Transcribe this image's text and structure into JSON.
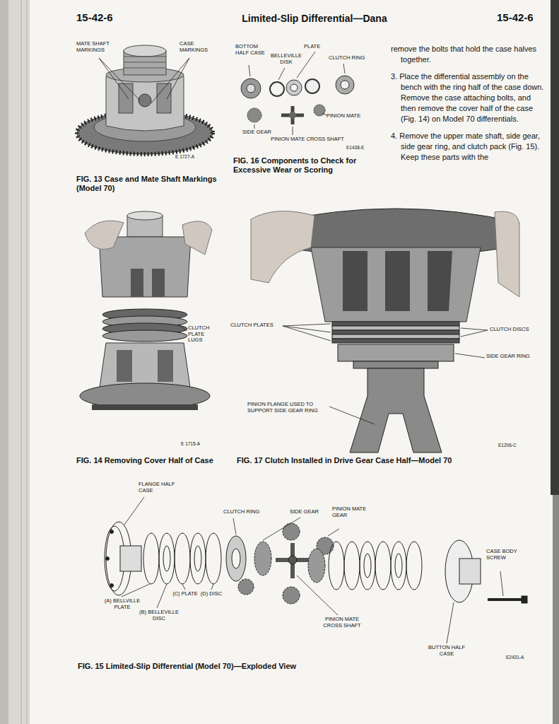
{
  "diagram": {
    "title": "Limited-Slip Differential—Dana",
    "labels": [
      "15-42-6",
      "15-42-6",
      "MATE SHAFT MARKINGS",
      "CASE MARKINGS",
      "E 1727-A",
      "FIG. 13 Case and Mate Shaft Markings (Model 70)",
      "BOTTOM HALF CASE",
      "PLATE",
      "BELLEVILLE DISK",
      "CLUTCH RING",
      "PINION MATE",
      "SIDE GEAR",
      "PINION MATE CROSS SHAFT",
      "E1438-E",
      "FIG. 16 Components to Check for Excessive Wear or Scoring",
      "remove the bolts that hold the case halves together.",
      "3. Place the differential assembly on the bench with the ring half of the case down. Remove the case attaching bolts, and then remove the cover half of the case (Fig. 14) on Model 70 differentials.",
      "4. Remove the upper mate shaft, side gear, side gear ring, and clutch pack (Fig. 15). Keep these parts with the",
      "CLUTCH PLATE LUGS",
      "E 1715-A",
      "FIG. 14 Removing Cover Half of Case",
      "CLUTCH PLATES",
      "CLUTCH DISCS",
      "SIDE GEAR RING",
      "PINION FLANGE USED TO SUPPORT SIDE GEAR RING",
      "E1206-C",
      "FIG. 17 Clutch Installed in Drive Gear Case Half—Model 70",
      "FLANGE HALF CASE",
      "CLUTCH RING",
      "SIDE GEAR",
      "PINION MATE GEAR",
      "CASE BODY SCREW",
      "(A) BELLVILLE PLATE",
      "(B) BELLEVILLE DISC",
      "(C) PLATE",
      "(D) DISC",
      "PINION MATE CROSS SHAFT",
      "BUTTON HALF CASE",
      "E2431-A",
      "FIG. 15 Limited-Slip Differential (Model 70)—Exploded View"
    ]
  }
}
